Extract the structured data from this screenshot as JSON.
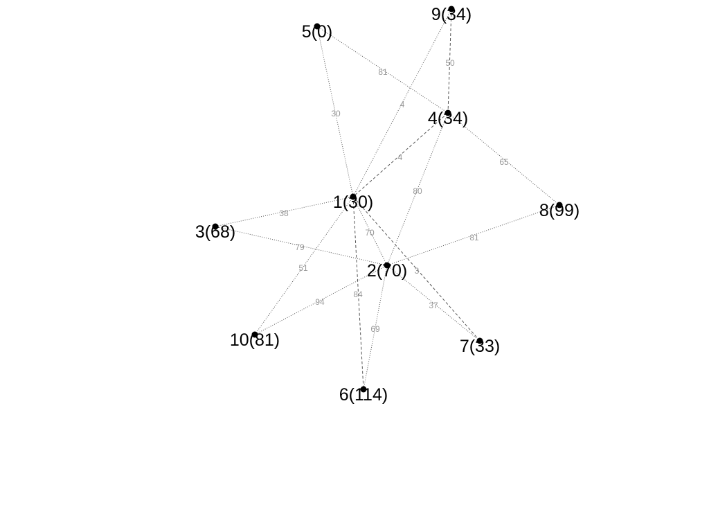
{
  "colors": {
    "background": "#ffffff",
    "edge": "#555555",
    "edge_label": "#999999",
    "node": "#000000",
    "node_label": "#000000"
  },
  "nodes": [
    {
      "id": "1",
      "label": "1(30)"
    },
    {
      "id": "2",
      "label": "2(70)"
    },
    {
      "id": "3",
      "label": "3(68)"
    },
    {
      "id": "4",
      "label": "4(34)"
    },
    {
      "id": "5",
      "label": "5(0)"
    },
    {
      "id": "6",
      "label": "6(114)"
    },
    {
      "id": "7",
      "label": "7(33)"
    },
    {
      "id": "8",
      "label": "8(99)"
    },
    {
      "id": "9",
      "label": "9(34)"
    },
    {
      "id": "10",
      "label": "10(81)"
    }
  ],
  "edges": [
    {
      "source": "5",
      "target": "4",
      "label": "81",
      "style": "dotted"
    },
    {
      "source": "5",
      "target": "1",
      "label": "30",
      "style": "dotted"
    },
    {
      "source": "9",
      "target": "4",
      "label": "50",
      "style": "dashed"
    },
    {
      "source": "9",
      "target": "1",
      "label": "4",
      "style": "dotted"
    },
    {
      "source": "4",
      "target": "1",
      "label": "4",
      "style": "dashed"
    },
    {
      "source": "4",
      "target": "8",
      "label": "65",
      "style": "dotted"
    },
    {
      "source": "4",
      "target": "2",
      "label": "80",
      "style": "dotted"
    },
    {
      "source": "1",
      "target": "3",
      "label": "38",
      "style": "dotted"
    },
    {
      "source": "1",
      "target": "2",
      "label": "70",
      "style": "dotted"
    },
    {
      "source": "1",
      "target": "7",
      "label": "3",
      "style": "dashed"
    },
    {
      "source": "1",
      "target": "10",
      "label": "51",
      "style": "dotted"
    },
    {
      "source": "1",
      "target": "6",
      "label": "84",
      "style": "dashed"
    },
    {
      "source": "3",
      "target": "2",
      "label": "79",
      "style": "dotted"
    },
    {
      "source": "8",
      "target": "2",
      "label": "81",
      "style": "dotted"
    },
    {
      "source": "2",
      "target": "10",
      "label": "94",
      "style": "dotted"
    },
    {
      "source": "2",
      "target": "7",
      "label": "37",
      "style": "dotted"
    },
    {
      "source": "2",
      "target": "6",
      "label": "69",
      "style": "dotted"
    }
  ]
}
